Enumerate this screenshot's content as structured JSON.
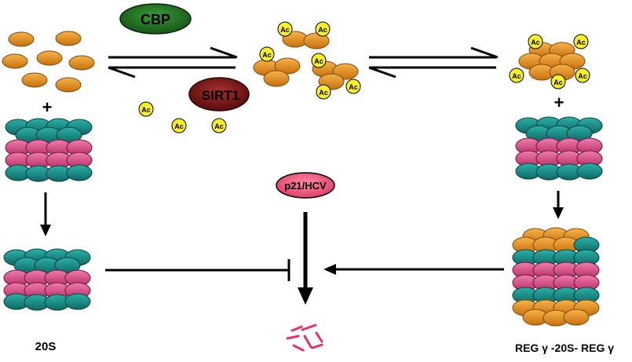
{
  "labels": {
    "cbp": "CBP",
    "sirt1": "SIRT1",
    "p21_hcv": "p21/HCV",
    "ac": "Ac",
    "plus": "+",
    "label_20s": "20S",
    "label_reg": "REG γ -20S- REG γ"
  },
  "colors": {
    "monomer": "#e8901c",
    "teal": "#1a8c86",
    "pink": "#e0508c",
    "cbp": "#1e6a1e",
    "sirt1": "#7a1010",
    "p21": "#f05478",
    "ac_fill": "#f6ee2a",
    "fragment": "#e8306e",
    "arrow": "#000000"
  }
}
